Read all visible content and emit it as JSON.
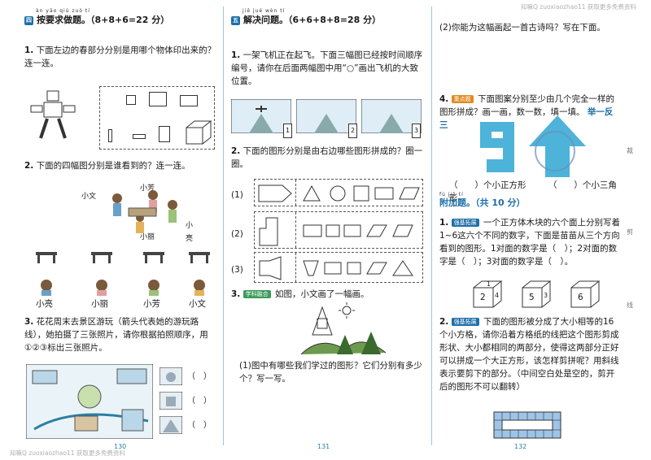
{
  "watermark_top": "知嘛Q zuoxiaozhao11 获取更多免费资料",
  "watermark_bottom": "知嘛Q zuoxiaozhao11 获取更多免费资料",
  "left": {
    "pinyin": "àn yāo qiú zuò tí",
    "section_title": "按要求做题。（8+8+6=22 分）",
    "q1_num": "1.",
    "q1_text": "下面左边的春部分分别是用哪个物体印出来的？连一连。",
    "q2_num": "2.",
    "q2_text": "下面的四幅图分别是谁看到的？连一连。",
    "q2_names": [
      "小文",
      "小芳",
      "小亮",
      "小丽"
    ],
    "q2_bottom_names": [
      "小亮",
      "小丽",
      "小芳",
      "小文"
    ],
    "q3_num": "3.",
    "q3_text": "花花周末去景区游玩（箭头代表她的游玩路线），她拍摄了三张照片，请你根据拍照顺序，用①②③标出三张照片。",
    "paren": "（　）",
    "page_num": "130"
  },
  "middle": {
    "pinyin": "jiě jué wèn tí",
    "section_title": "解决问题。（6+6+8+8=28 分）",
    "q1_num": "1.",
    "q1_text": "一架飞机正在起飞。下面三幅图已经按时间顺序编号，请你在后面两幅图中用“○”画出飞机的大致位置。",
    "photo_labels": [
      "1",
      "2",
      "3"
    ],
    "q2_num": "2.",
    "q2_text": "下面的图形分别是由右边哪些图形拼成的？圈一圈。",
    "q2_rows": [
      "(1)",
      "(2)",
      "(3)"
    ],
    "q3_num": "3.",
    "q3_tag": "学科融合",
    "q3_text": "如图，小文画了一幅画。",
    "q3_sub": "(1)图中有哪些我们学过的图形？它们分别有多少个？写一写。",
    "page_num": "131"
  },
  "right": {
    "q3_sub2": "(2)你能为这幅画起一首古诗吗？写在下面。",
    "q4_num": "4.",
    "q4_tag": "重点题",
    "q4_text": "下面图案分别至少由几个完全一样的图形拼成？画一画，数一数，填一填。",
    "q4_link": "举一反三",
    "q4_blank_a": "（　　）个小正方形",
    "q4_blank_b": "（　　）个小三角形",
    "extra_pinyin": "fù jiā tí",
    "extra_title": "附加题。（共 10 分）",
    "e1_num": "1.",
    "e1_tag": "强基拓展",
    "e1_text": "一个正方体木块的六个面上分别写着1~6这六个不同的数字，下面是苗苗从三个方向看到的图形。1对面的数字是（　）；2对面的数字是（　）；3对面的数字是（　）。",
    "cube_digits": [
      "1",
      "2",
      "4",
      "5",
      "3",
      "6"
    ],
    "e2_num": "2.",
    "e2_tag": "强基拓展",
    "e2_text": "下面的图形被分成了大小相等的16个小方格，请你沿着方格纸的线把这个图形剪成形状、大小都相同的两部分，使得这两部分正好可以拼成一个大正方形，该怎样剪拼呢？用斜线表示要剪下的部分。（中间空白处是空的，剪开后的图形不可以翻转）",
    "page_num": "132"
  },
  "sidebar_marks": [
    "裁",
    "剪",
    "线"
  ]
}
